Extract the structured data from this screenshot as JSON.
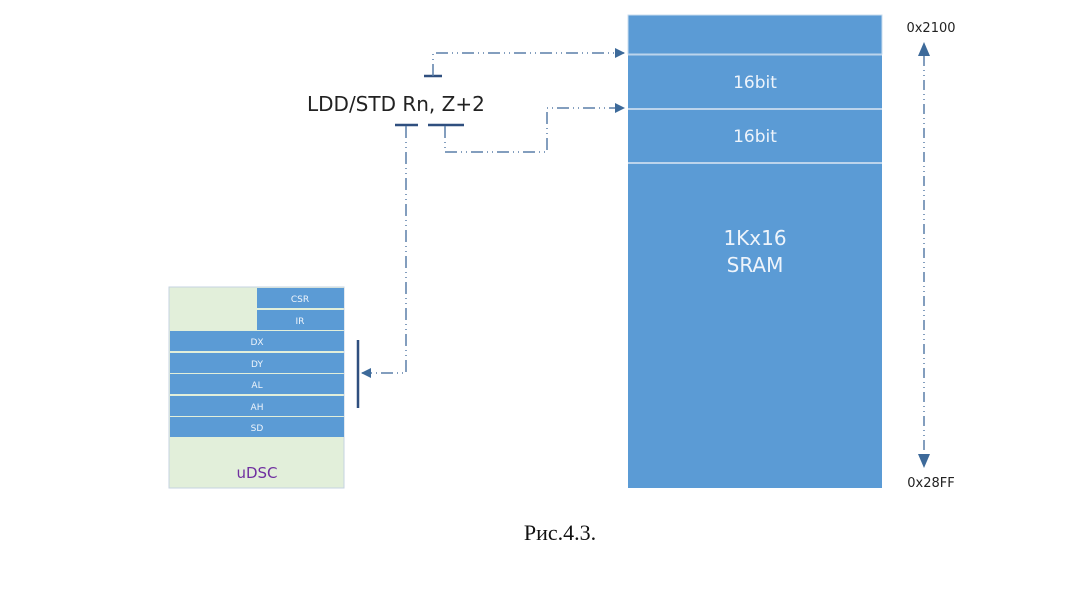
{
  "instruction": {
    "text": "LDD/STD Rn, Z+2"
  },
  "sram": {
    "cells": [
      {
        "label": ""
      },
      {
        "label": "16bit"
      },
      {
        "label": "16bit"
      }
    ],
    "main_label_line1": "1Kx16",
    "main_label_line2": "SRAM",
    "addr_top": "0x2100",
    "addr_bottom": "0x28FF"
  },
  "udsc": {
    "title": "uDSC",
    "top_registers": [
      "CSR",
      "IR"
    ],
    "registers": [
      "DX",
      "DY",
      "AL",
      "AH",
      "SD"
    ]
  },
  "caption": "Рис.4.3.",
  "colors": {
    "block_blue": "#5b9bd5",
    "block_green": "#e2efda",
    "line_dark": "#2f4f7f",
    "line_dash": "#5a7fa8",
    "text_white": "#eef4fb",
    "text_purple": "#7030a0"
  }
}
